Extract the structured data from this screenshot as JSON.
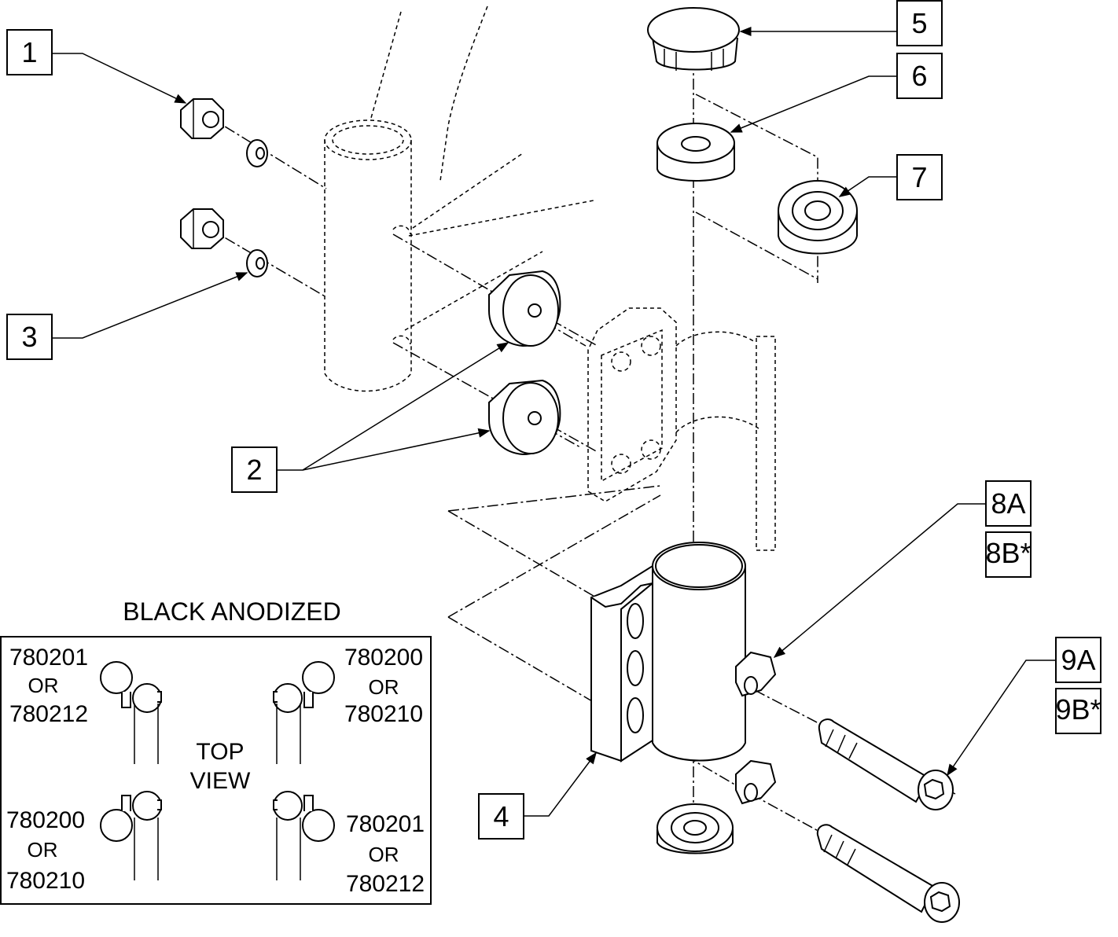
{
  "callouts": {
    "c1": "1",
    "c2": "2",
    "c3": "3",
    "c4": "4",
    "c5": "5",
    "c6": "6",
    "c7": "7",
    "c8a": "8A",
    "c8b": "8B*",
    "c9a": "9A",
    "c9b": "9B*"
  },
  "inset": {
    "title": "BLACK ANODIZED",
    "top_view_line1": "TOP",
    "top_view_line2": "VIEW",
    "tl": [
      "780201",
      "OR",
      "780212"
    ],
    "tr": [
      "780200",
      "OR",
      "780210"
    ],
    "bl": [
      "780200",
      "OR",
      "780210"
    ],
    "br": [
      "780201",
      "OR",
      "780212"
    ]
  },
  "colors": {
    "line": "#000000",
    "background": "#ffffff"
  }
}
